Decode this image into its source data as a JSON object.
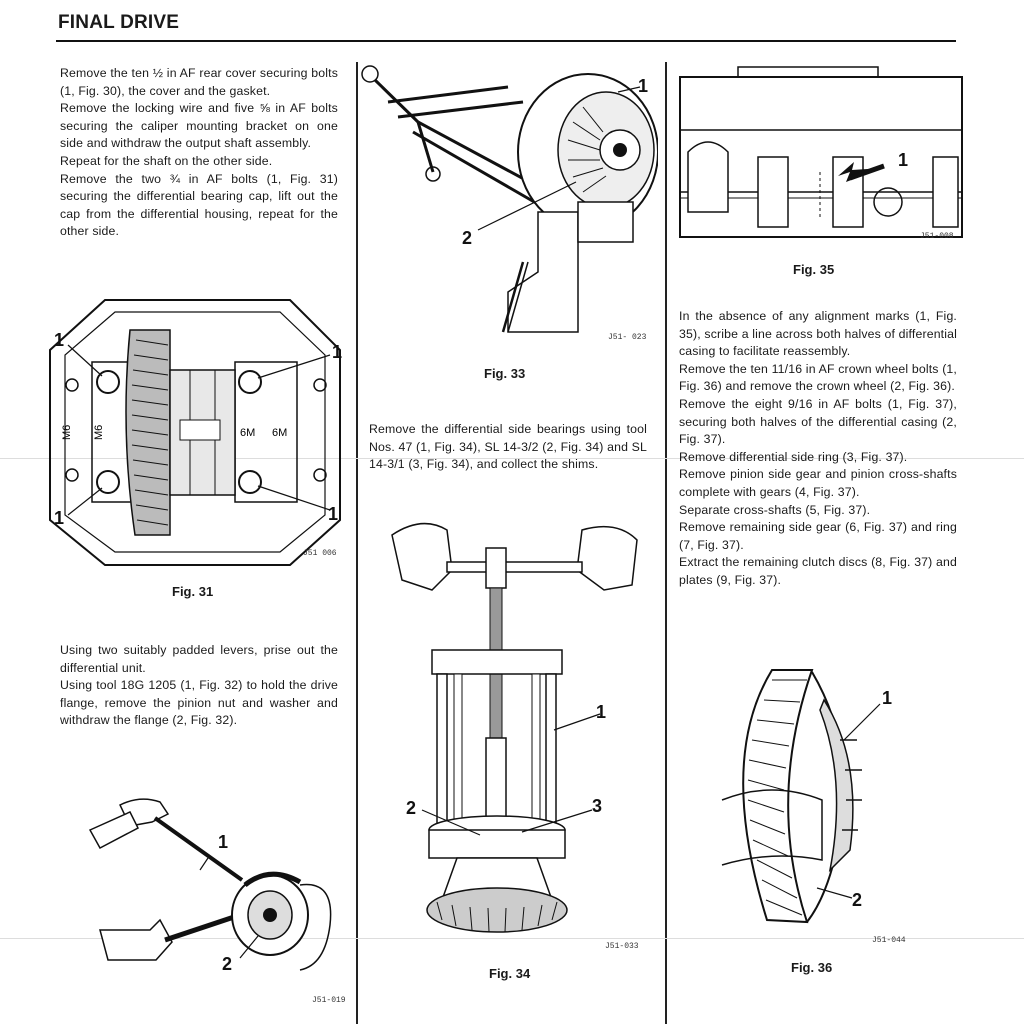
{
  "header": {
    "title": "FINAL DRIVE"
  },
  "col1": {
    "para1": [
      "Remove the ten ½ in AF rear cover securing bolts (1, Fig. 30), the cover and the gasket.",
      "Remove the locking wire and five ⅝ in AF bolts securing the caliper mounting bracket on one side and withdraw the output shaft assembly.",
      "Repeat for the shaft on the other side.",
      "Remove the two ¾ in AF bolts (1, Fig. 31) securing the differential bearing cap, lift out the cap from the differential housing, repeat for the other side."
    ],
    "fig31": {
      "caption": "Fig. 31",
      "code": "J51 006",
      "callouts": [
        "1",
        "1",
        "1",
        "1"
      ],
      "marks": [
        "M6",
        "M6",
        "6M",
        "6M"
      ]
    },
    "para2": [
      "Using two suitably padded levers, prise out the differential unit.",
      "Using tool 18G 1205 (1, Fig. 32) to hold the drive flange, remove the pinion nut and washer and withdraw the flange (2, Fig. 32)."
    ],
    "fig32": {
      "code": "J51-019",
      "callouts": [
        "1",
        "2"
      ]
    }
  },
  "col2": {
    "fig33": {
      "caption": "Fig. 33",
      "code": "J51- 023",
      "callouts": [
        "1",
        "2"
      ]
    },
    "para1": [
      "Remove the differential side bearings using tool Nos. 47 (1, Fig. 34), SL 14-3/2 (2, Fig. 34) and SL 14-3/1 (3, Fig. 34), and collect the shims."
    ],
    "fig34": {
      "caption": "Fig. 34",
      "code": "J51-033",
      "callouts": [
        "1",
        "2",
        "3"
      ]
    }
  },
  "col3": {
    "fig35": {
      "caption": "Fig. 35",
      "code": "J51-008",
      "callouts": [
        "1"
      ]
    },
    "para1": [
      "In the absence of any alignment marks (1, Fig. 35), scribe a line across both halves of differential casing to facilitate reassembly.",
      "Remove the ten 11/16 in AF crown wheel bolts (1, Fig. 36) and remove the crown wheel (2, Fig. 36).",
      "Remove the eight 9/16 in AF bolts (1, Fig. 37), securing both halves of the differential casing (2, Fig. 37).",
      "Remove differential side ring (3, Fig. 37).",
      "Remove pinion side gear and pinion cross-shafts complete with gears (4, Fig. 37).",
      "Separate cross-shafts (5, Fig. 37).",
      "Remove remaining side gear (6, Fig. 37) and ring (7, Fig. 37).",
      "Extract the remaining clutch discs (8, Fig. 37) and plates (9, Fig. 37)."
    ],
    "fig36": {
      "caption": "Fig. 36",
      "code": "J51-044",
      "callouts": [
        "1",
        "2"
      ]
    }
  }
}
